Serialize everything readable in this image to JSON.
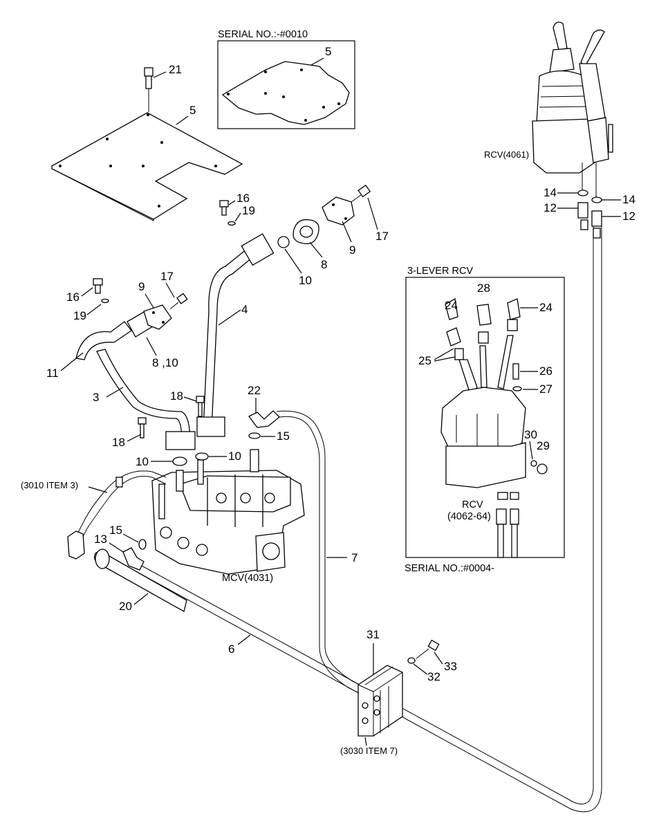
{
  "callouts": {
    "c21": "21",
    "c5a": "5",
    "c5b": "5",
    "c16a": "16",
    "c19a": "19",
    "c17a": "17",
    "c9a": "9",
    "c10a": "10",
    "c8a": "8",
    "c4": "4",
    "c16b": "16",
    "c19b": "19",
    "c9b": "9",
    "c17b": "17",
    "c11": "11",
    "c810": "8 ,10",
    "c3": "3",
    "c18a": "18",
    "c18b": "18",
    "c22": "22",
    "c15a": "15",
    "c10b": "10",
    "c10c": "10",
    "c15b": "15",
    "c13": "13",
    "c20": "20",
    "c6": "6",
    "c7": "7",
    "c31": "31",
    "c32": "32",
    "c33": "33",
    "c14a": "14",
    "c14b": "14",
    "c12a": "12",
    "c12b": "12",
    "c24a": "24",
    "c28": "28",
    "c24b": "24",
    "c25": "25",
    "c26": "26",
    "c27": "27",
    "c30": "30",
    "c29": "29"
  },
  "text": {
    "serial_top": "SERIAL NO.:-#0010",
    "serial_bottom": "SERIAL NO.:#0004-",
    "three_lever": "3-LEVER RCV",
    "rcv_top": "RCV(4061)",
    "rcv_inset_1": "RCV",
    "rcv_inset_2": "(4062-64)",
    "mcv": "MCV(4031)",
    "ref_3010": "(3010 ITEM 3)",
    "ref_3030": "(3030 ITEM 7)"
  }
}
